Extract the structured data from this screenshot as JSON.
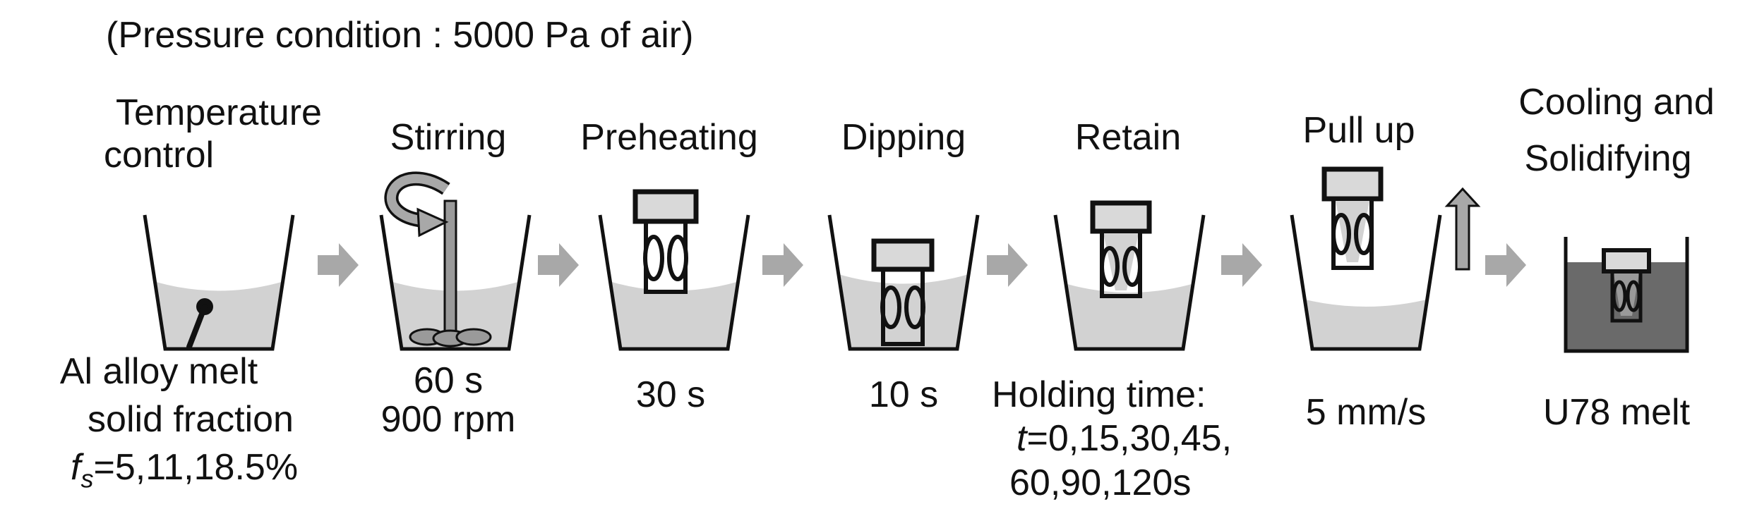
{
  "header": {
    "condition": "(Pressure condition : 5000 Pa of air)"
  },
  "steps": [
    {
      "title": [
        "Temperature",
        "control"
      ],
      "notes": [
        "Al alloy melt",
        "solid fraction"
      ],
      "fraction_symbol": "f",
      "fraction_sub": "s",
      "fraction_values": "=5,11,18.5%"
    },
    {
      "title": [
        "Stirring"
      ],
      "notes": [
        "60 s",
        "900 rpm"
      ]
    },
    {
      "title": [
        "Preheating"
      ],
      "notes": [
        "30 s"
      ]
    },
    {
      "title": [
        "Dipping"
      ],
      "notes": [
        "10 s"
      ]
    },
    {
      "title": [
        "Retain"
      ],
      "notes": [
        "Holding time:"
      ],
      "time_symbol": "t",
      "time_values": "=0,15,30,45,",
      "time_values_2": "60,90,120s"
    },
    {
      "title": [
        "Pull up"
      ],
      "notes": [
        "5 mm/s"
      ]
    },
    {
      "title": [
        "Cooling and",
        "Solidifying"
      ],
      "notes": [
        "U78 melt"
      ]
    }
  ],
  "colors": {
    "melt": "#d2d2d2",
    "melt_dark": "#6a6a6a",
    "arrow": "#a8a8a8",
    "block": "#d9d9d9",
    "stroke": "#111111"
  }
}
